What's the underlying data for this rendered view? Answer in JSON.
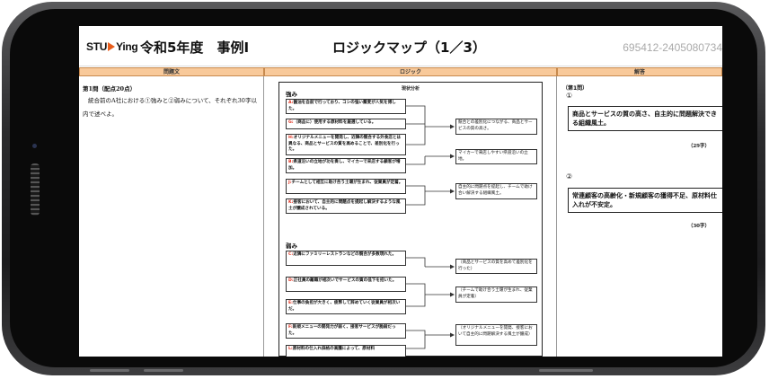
{
  "header": {
    "brand": "STUDYing",
    "brand_left": "STU",
    "brand_right": "Ying",
    "exam_title": "令和5年度　事例I",
    "page_title": "ロジックマップ（1／3）",
    "doc_id": "695412-2405080734"
  },
  "columns": {
    "question": "問題文",
    "logic": "ロジック",
    "answer": "解答"
  },
  "question": {
    "title": "第1問（配点20点）",
    "text": "統合前のA社における①強みと②弱みについて、それぞれ30字以内で述べよ。"
  },
  "logic": {
    "situation_label": "現状分析",
    "strengths_label": "強み",
    "weaknesses_label": "弱み",
    "strengths": [
      {
        "key": "A:",
        "text": "醤油を自前で行っており、コシの強い蕎麦が人気を博した。"
      },
      {
        "key": "G:",
        "text": "（商品に）使用する原材料を厳選している。"
      },
      {
        "key": "H:",
        "text": "オリジナルメニューを開発し、近隣の競合する外食店とは異なる、商品とサービスの質を高めることで、差別化を行った。"
      },
      {
        "key": "B:",
        "text": "県道沿いの立地が功を奏し、マイカーで来店する顧客が増加。"
      },
      {
        "key": "J:",
        "text": "チームとして相互に助け合う土壌が生まれ、従業員が定着。"
      },
      {
        "key": "K:",
        "text": "接客において、自主的に問題点を提起し解決するような風土が醸成されている。"
      }
    ],
    "strength_results": [
      "競合との差別化につながる、商品とサービスの質の高さ。",
      "マイカーで来店しやすい県道沿いの立地。",
      "自主的に問題点を提起し、チームで助け合い解決する組織風土。"
    ],
    "weaknesses": [
      {
        "key": "C:",
        "text": "近隣にファミリーレストランなどの競合が多数現れた。"
      },
      {
        "key": "D:",
        "text": "正社員の離職が相次いでサービスの質の低下を招いた。"
      },
      {
        "key": "E:",
        "text": "仕事の負担が大きく、疲弊して辞めていく従業員が相次いだ。"
      },
      {
        "key": "F:",
        "text": "新規メニューの開発力が弱く、接客サービスが脆弱だった。"
      },
      {
        "key": "L:",
        "text": "原材料の仕入れ価格の高騰によって、原材料"
      }
    ],
    "weakness_results": [
      "（商品とサービスの質を高めて差別化を行った）",
      "（チームで助け合う土壌が生まれ、従業員が定着）",
      "（オリジナルメニューを開発、接客において自主的に問題解決する風土が醸成）"
    ]
  },
  "answer": {
    "heading": "（第1問）",
    "items": [
      {
        "marker": "①",
        "text": "商品とサービスの質の高さ、自主的に問題解決できる組織風土。",
        "count": "（29字）"
      },
      {
        "marker": "②",
        "text": "常連顧客の高齢化・新規顧客の獲得不足、原材料仕入れが不安定。",
        "count": "（30字）"
      }
    ]
  }
}
